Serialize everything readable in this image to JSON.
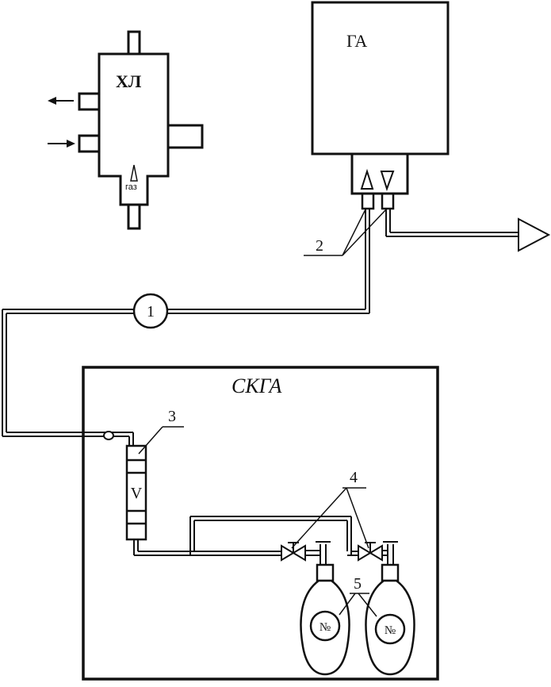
{
  "labels": {
    "chromatograph": "ХЛ",
    "gas_inlet": "газ",
    "gas_analyzer": "ГА",
    "calibration_system": "СКГА",
    "flowmeter_symbol": "V",
    "cylinder_mark": "№"
  },
  "callouts": {
    "pipe_1": "1",
    "fittings_2": "2",
    "flowmeter_3": "3",
    "valves_4": "4",
    "cylinders_5": "5"
  },
  "colors": {
    "line": "#111111",
    "background": "#ffffff"
  }
}
